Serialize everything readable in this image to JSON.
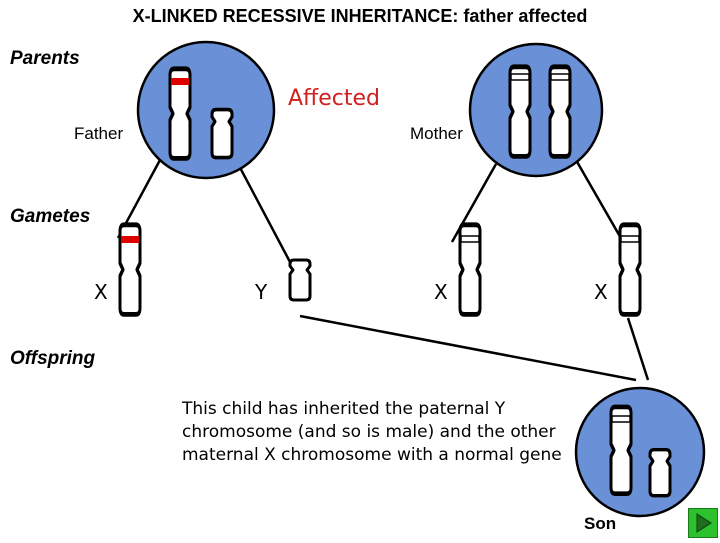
{
  "title": "X-LINKED RECESSIVE INHERITANCE: father affected",
  "sections": {
    "parents": "Parents",
    "gametes": "Gametes",
    "offspring": "Offspring"
  },
  "father_label": "Father",
  "mother_label": "Mother",
  "affected_label": "Affected",
  "gamete_labels": [
    "X",
    "Y",
    "X",
    "X"
  ],
  "note": "This child has inherited the paternal Y chromosome (and so is male) and the other maternal X chromosome with a normal gene",
  "son_label": "Son",
  "colors": {
    "cell_fill": "#6a90d8",
    "affected_allele": "#e00000",
    "affected_text": "#d02020",
    "nav_button": "#2ec12e"
  }
}
